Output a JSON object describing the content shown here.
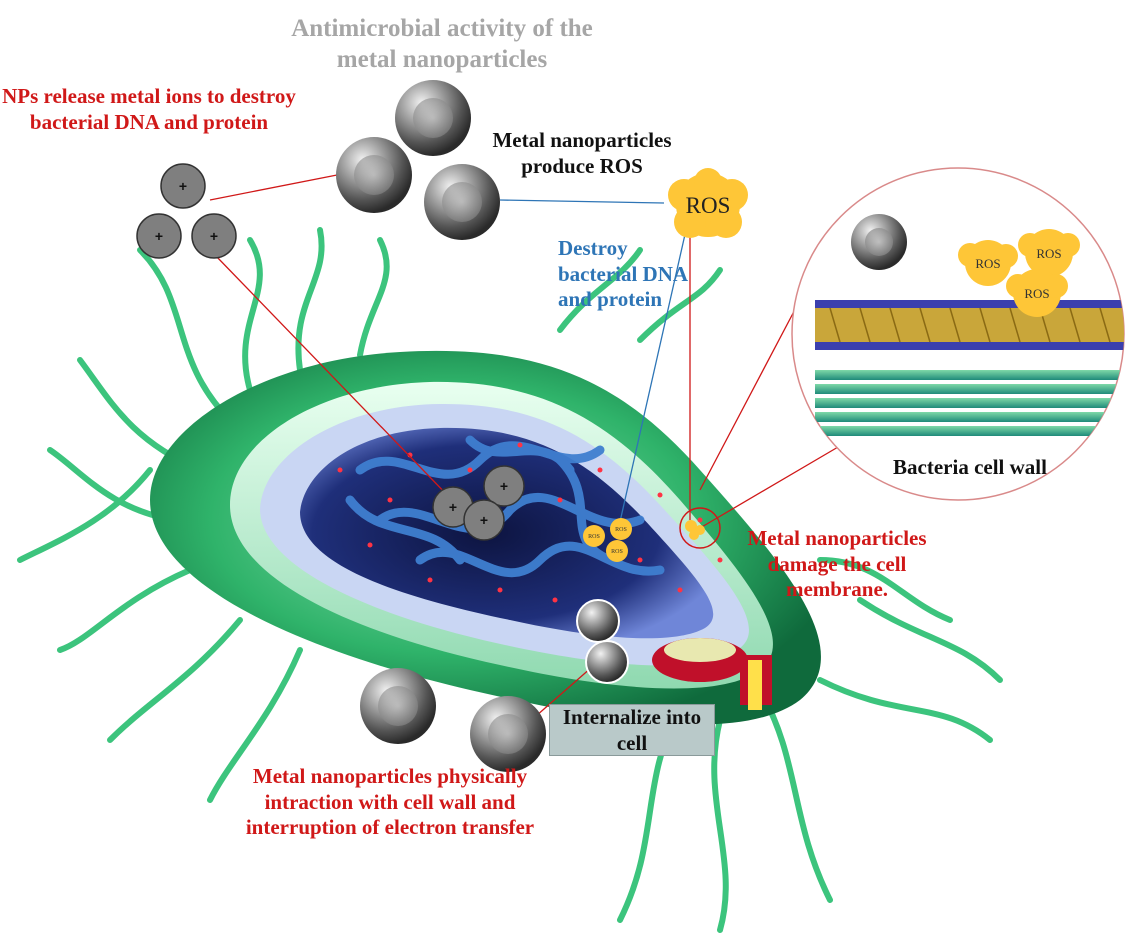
{
  "title": "Antimicrobial activity of the metal nanoparticles",
  "labels": {
    "ion_release": "NPs release metal ions to destroy bacterial DNA and protein",
    "ros_production": "Metal nanoparticles produce ROS",
    "destroy_dna": "Destroy bacterial DNA and protein",
    "membrane_damage": "Metal nanoparticles damage the cell membrane.",
    "cell_wall": "Bacteria cell wall",
    "internalize": "Internalize into cell",
    "physical_interaction": "Metal nanoparticles physically intraction with cell wall and interruption of electron transfer"
  },
  "glyphs": {
    "ros": "ROS",
    "ion_sign": "+"
  },
  "colors": {
    "title": "#a6a6a6",
    "red_text": "#d01818",
    "blue_text": "#2e75b6",
    "black_text": "#111111",
    "ros_fill": "#fec637",
    "ion_fill": "#7f7f7f",
    "cell_green": "#2fb36a",
    "cytoplasm": "#2c3e91",
    "dna_blue": "#3f7fd0",
    "internalize_box": "#b9c9c9"
  },
  "icons": {
    "nanoparticle": "metal-nanoparticle-sphere",
    "ion": "metal-ion-circle",
    "ros": "ros-cloud"
  }
}
